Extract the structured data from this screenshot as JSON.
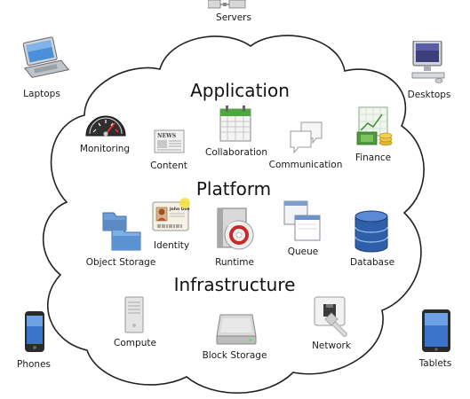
{
  "layers": {
    "application": "Application",
    "platform": "Platform",
    "infrastructure": "Infrastructure"
  },
  "devices": {
    "servers": "Servers",
    "laptops": "Laptops",
    "desktops": "Desktops",
    "phones": "Phones",
    "tablets": "Tablets"
  },
  "application": {
    "monitoring": "Monitoring",
    "content": "Content",
    "collaboration": "Collaboration",
    "communication": "Communication",
    "finance": "Finance"
  },
  "platform": {
    "object_storage": "Object Storage",
    "identity": "Identity",
    "runtime": "Runtime",
    "queue": "Queue",
    "database": "Database"
  },
  "infrastructure": {
    "compute": "Compute",
    "block_storage": "Block Storage",
    "network": "Network"
  },
  "id_card_text": "John Doe",
  "news_text": "NEWS",
  "colors": {
    "cloud_stroke": "#222222",
    "text": "#111111"
  }
}
